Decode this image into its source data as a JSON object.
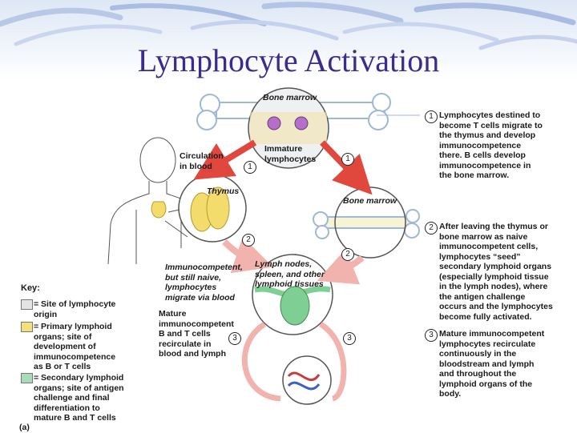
{
  "title": "Lymphocyte Activation",
  "labels": {
    "bone_marrow_top": "Bone marrow",
    "immature_lymphocytes": [
      "Immature",
      "lymphocytes"
    ],
    "circulation": [
      "Circulation",
      "in blood"
    ],
    "thymus": "Thymus",
    "bone_marrow_right": "Bone marrow",
    "immunocompetent": [
      "Immunocompetent,",
      "but still naive,",
      "lymphocytes",
      "migrate via blood"
    ],
    "lymph_nodes": [
      "Lymph nodes,",
      "spleen, and other",
      "lymphoid tissues"
    ],
    "mature": [
      "Mature",
      "immunocompetent",
      "B and T cells",
      "recirculate in",
      "blood and lymph"
    ]
  },
  "steps": [
    {
      "num": "1",
      "lines": [
        "Lymphocytes destined to",
        "become T cells migrate to",
        "the thymus and develop",
        "immunocompetence",
        "there. B cells develop",
        "immunocompetence in",
        "the bone marrow."
      ]
    },
    {
      "num": "2",
      "lines": [
        "After leaving the thymus or",
        "bone marrow as naive",
        "immunocompetent cells,",
        "lymphocytes “seed”",
        "secondary lymphoid organs",
        "(especially lymphoid tissue",
        "in the lymph nodes), where",
        "the antigen challenge",
        "occurs and the lymphocytes",
        "become fully activated."
      ]
    },
    {
      "num": "3",
      "lines": [
        "Mature immunocompetent",
        "lymphocytes recirculate",
        "continuously in the",
        "bloodstream and lymph",
        "and throughout the",
        "lymphoid organs of the",
        "body."
      ]
    }
  ],
  "key": {
    "title": "Key:",
    "items": [
      {
        "color": "#e4e4e4",
        "lines": [
          "= Site of lymphocyte",
          "origin"
        ]
      },
      {
        "color": "#f4e07a",
        "lines": [
          "= Primary lymphoid",
          "organs; site of",
          "development of",
          "immunocompetence",
          "as B or T cells"
        ]
      },
      {
        "color": "#a8dbb8",
        "lines": [
          "= Secondary lymphoid",
          "organs; site of antigen",
          "challenge and final",
          "differentiation to",
          "mature B and T cells"
        ]
      }
    ]
  },
  "panel_label": "(a)",
  "colors": {
    "title": "#3b2a8f",
    "arrow_red": "#e0483e",
    "arrow_pink": "#f2b2ad",
    "thymus": "#f3dc6c",
    "lymph": "#7fcf95"
  }
}
